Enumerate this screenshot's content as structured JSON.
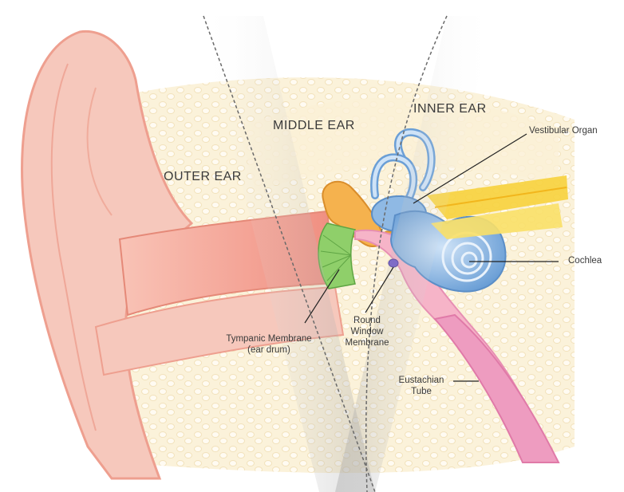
{
  "regions": {
    "outer": "OUTER EAR",
    "middle": "MIDDLE EAR",
    "inner": "INNER EAR"
  },
  "labels": {
    "vestibular": [
      "Vestibular Organ"
    ],
    "cochlea": [
      "Cochlea"
    ],
    "tympanic": [
      "Tympanic Membrane",
      "(ear drum)"
    ],
    "round_window": [
      "Round",
      "Window",
      "Membrane"
    ],
    "eustachian": [
      "Eustachian",
      "Tube"
    ]
  },
  "colors": {
    "skin": "#f6c8bc",
    "skin_dark": "#ee9f8f",
    "bone": "#fbf0d6",
    "canal": "#f4a99a",
    "inner_blue": "#8fb9e4",
    "membrane_green": "#8fcf6a",
    "nerve_yellow": "#f7d23c",
    "tube_pink": "#e78fb3"
  }
}
